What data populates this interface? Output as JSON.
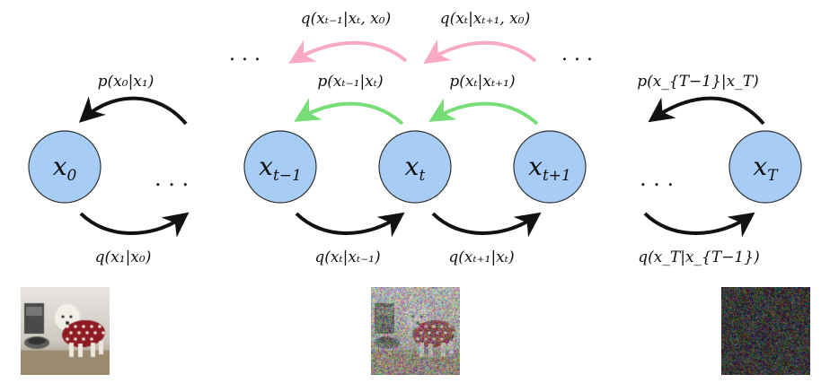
{
  "colors": {
    "node_fill": "#a7cdf6",
    "node_stroke": "#333333",
    "arrow_black": "#111111",
    "arrow_green": "#77dd77",
    "arrow_pink": "#f7a9c6"
  },
  "nodes": [
    {
      "id": "x0",
      "base": "x",
      "sub": "0"
    },
    {
      "id": "xt-1",
      "base": "x",
      "sub": "t−1"
    },
    {
      "id": "xt",
      "base": "x",
      "sub": "t"
    },
    {
      "id": "xt+1",
      "base": "x",
      "sub": "t+1"
    },
    {
      "id": "xT",
      "base": "x",
      "sub": "T"
    }
  ],
  "ellipsis": ". . .",
  "labels": {
    "p_x0_x1": "p(x₀|x₁)",
    "p_xt-1_xt": "p(xₜ₋₁|xₜ)",
    "p_xt_xt+1": "p(xₜ|xₜ₊₁)",
    "p_xT-1_xT": "p(x_{T−1}|x_T)",
    "q_xt-1_xt_x0": "q(xₜ₋₁|xₜ, x₀)",
    "q_xt_xt+1_x0": "q(xₜ|xₜ₊₁, x₀)",
    "q_x1_x0": "q(x₁|x₀)",
    "q_xt_xt-1": "q(xₜ|xₜ₋₁)",
    "q_xt+1_xt": "q(xₜ₊₁|xₜ)",
    "q_xT_xT-1": "q(x_T|x_{T−1})"
  },
  "images": [
    {
      "id": "clean",
      "noise": 0.0
    },
    {
      "id": "noisy",
      "noise": 0.55
    },
    {
      "id": "pure_noise",
      "noise": 1.0
    }
  ]
}
